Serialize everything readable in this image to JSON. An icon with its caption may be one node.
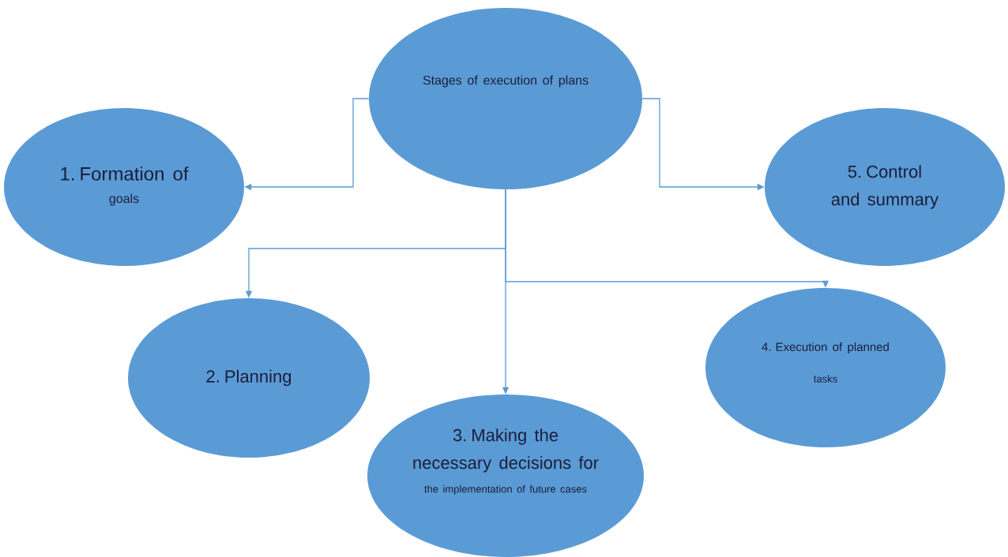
{
  "diagram": {
    "nodes": [
      {
        "text": [
          "Stages of execution of plans"
        ]
      },
      {
        "text": [
          "1. Formation of",
          "goals"
        ]
      },
      {
        "text": [
          "2. Planning"
        ]
      },
      {
        "text": [
          "3. Making the necessary decisions for",
          "the implementation of future cases"
        ]
      },
      {
        "text": [
          "4. Execution of planned",
          "tasks"
        ]
      },
      {
        "text": [
          "5. Control and summary"
        ]
      }
    ],
    "edges": [
      {
        "from": 0,
        "to": 1,
        "arrow": "to"
      },
      {
        "from": 0,
        "to": 2,
        "arrow": "to"
      },
      {
        "from": 0,
        "to": 3,
        "arrow": "to"
      },
      {
        "from": 0,
        "to": 4,
        "arrow": "to"
      },
      {
        "from": 0,
        "to": 5,
        "arrow": "to"
      }
    ]
  }
}
